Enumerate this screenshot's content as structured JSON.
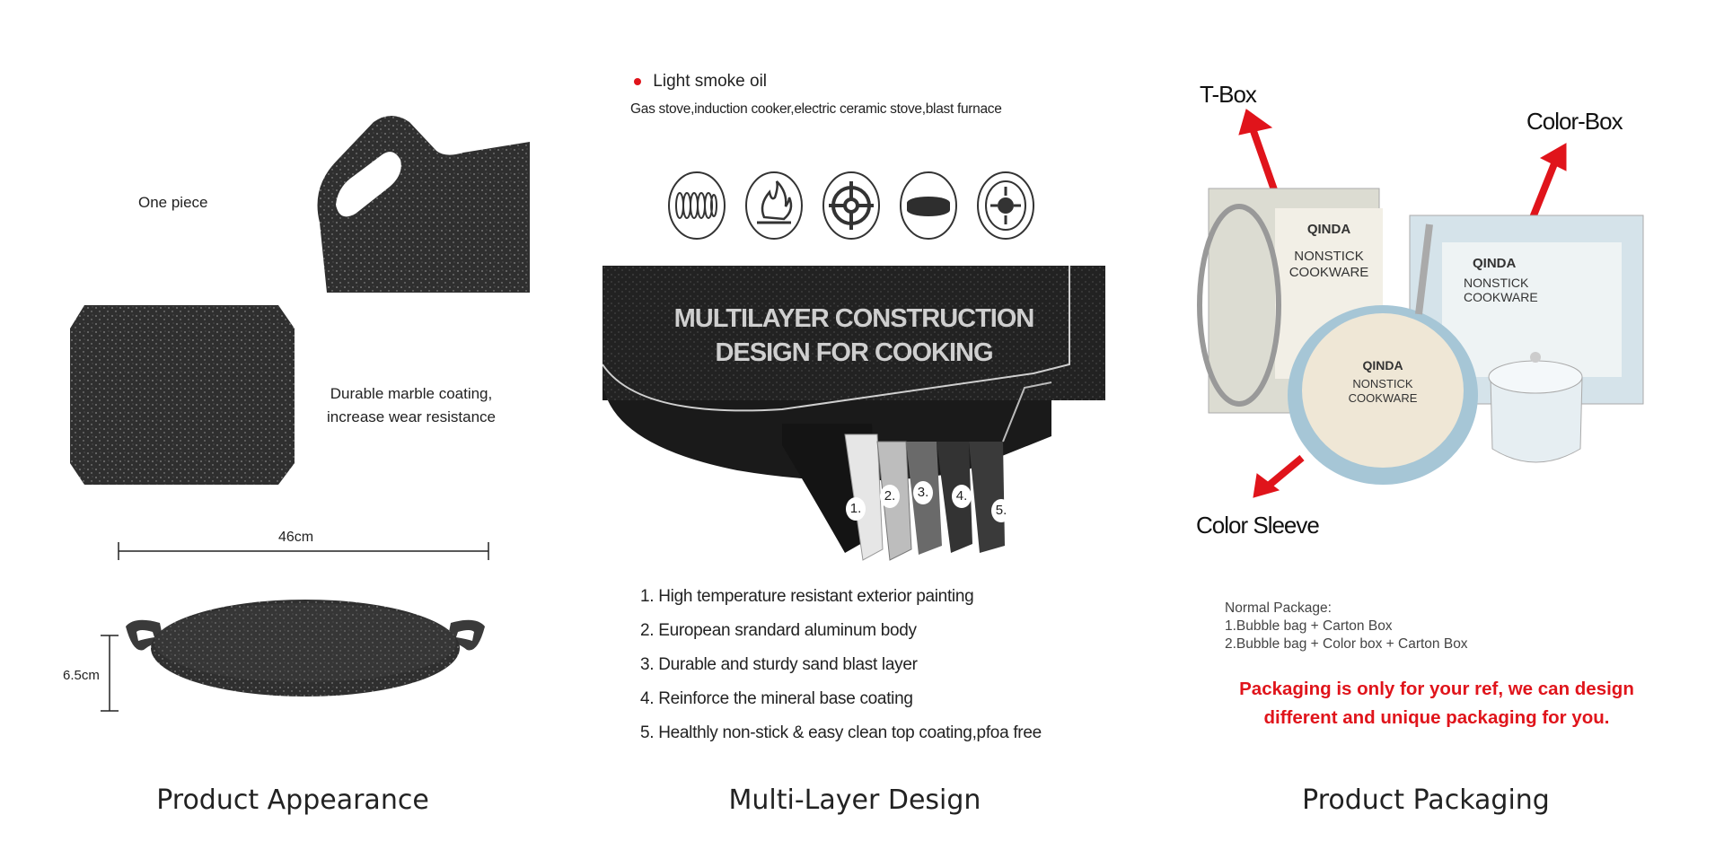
{
  "appearance": {
    "one_piece": "One piece",
    "coating_line1": "Durable marble coating,",
    "coating_line2": "increase wear resistance",
    "width_label": "46cm",
    "height_label": "6.5cm",
    "title": "Product Appearance"
  },
  "multilayer": {
    "oil_label": "Light smoke oil",
    "stoves": "Gas stove,induction cooker,electric ceramic stove,blast furnace",
    "stove_icons": [
      "coil-stove-icon",
      "flame-icon",
      "gas-burner-icon",
      "ceramic-plate-icon",
      "induction-icon"
    ],
    "banner_line1": "MULTILAYER CONSTRUCTION",
    "banner_line2": "DESIGN FOR COOKING",
    "layer_numbers": [
      "1.",
      "2.",
      "3.",
      "4.",
      "5."
    ],
    "layers": [
      "1. High temperature resistant exterior painting",
      "2. European srandard aluminum body",
      "3. Durable and sturdy sand blast layer",
      "4. Reinforce the mineral base coating",
      "5. Healthly non-stick & easy clean top coating,pfoa free"
    ],
    "title": "Multi-Layer Design"
  },
  "packaging": {
    "tbox": "T-Box",
    "colorbox": "Color-Box",
    "sleeve": "Color Sleeve",
    "box_brand": "QINDA",
    "box_text1": "NONSTICK",
    "box_text2": "COOKWARE",
    "normal_title": "Normal Package:",
    "normal_1": "1.Bubble bag + Carton Box",
    "normal_2": "2.Bubble bag + Color box + Carton Box",
    "note_line1": "Packaging is only for your ref, we can design",
    "note_line2": "different and unique packaging for you.",
    "title": "Product Packaging",
    "accent": "#e0141b"
  }
}
